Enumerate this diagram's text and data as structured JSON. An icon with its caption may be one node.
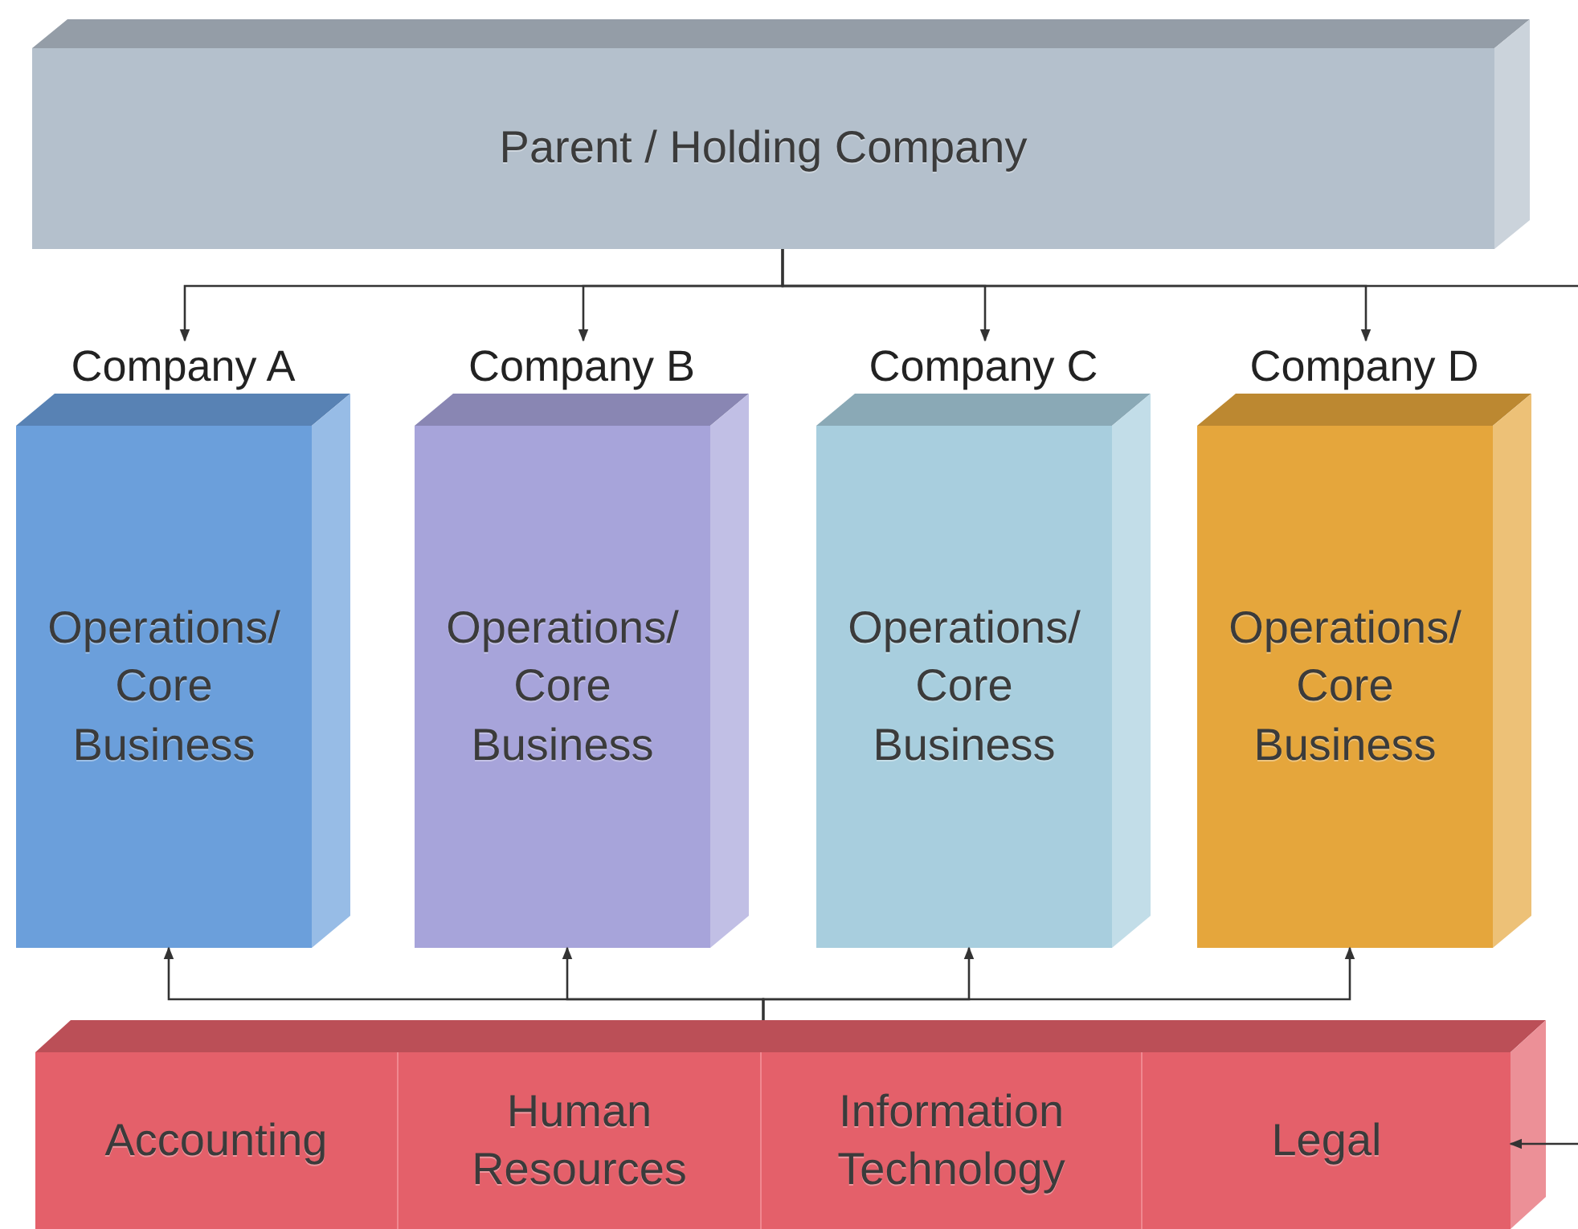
{
  "diagram": {
    "nodes": [
      {
        "text": [
          "Parent / Holding Company"
        ]
      },
      {
        "text": [
          "Company A",
          "Operations/ Core Business"
        ]
      },
      {
        "text": [
          "Company B",
          "Operations/ Core Business"
        ]
      },
      {
        "text": [
          "Company C",
          "Operations/ Core Business"
        ]
      },
      {
        "text": [
          "Company D",
          "Operations/ Core Business"
        ]
      },
      {
        "text": [],
        "shape": "box"
      },
      {
        "text": [
          "Accounting"
        ],
        "in": 5
      },
      {
        "text": [
          "Human Resources"
        ],
        "in": 5
      },
      {
        "text": [
          "Information Technology"
        ],
        "in": 5
      },
      {
        "text": [
          "Legal"
        ],
        "in": 5
      }
    ],
    "edges": [
      {
        "from": 0,
        "to": 1,
        "arrow": "to"
      },
      {
        "from": 0,
        "to": 2,
        "arrow": "to"
      },
      {
        "from": 0,
        "to": 3,
        "arrow": "to"
      },
      {
        "from": 0,
        "to": 4,
        "arrow": "to"
      },
      {
        "from": 0,
        "to": null,
        "arrow": "none"
      },
      {
        "from": 5,
        "to": 1,
        "arrow": "to"
      },
      {
        "from": 5,
        "to": 2,
        "arrow": "to"
      },
      {
        "from": 5,
        "to": 3,
        "arrow": "to"
      },
      {
        "from": 5,
        "to": 4,
        "arrow": "to"
      },
      {
        "from": null,
        "to": 9,
        "arrow": "to"
      }
    ]
  }
}
